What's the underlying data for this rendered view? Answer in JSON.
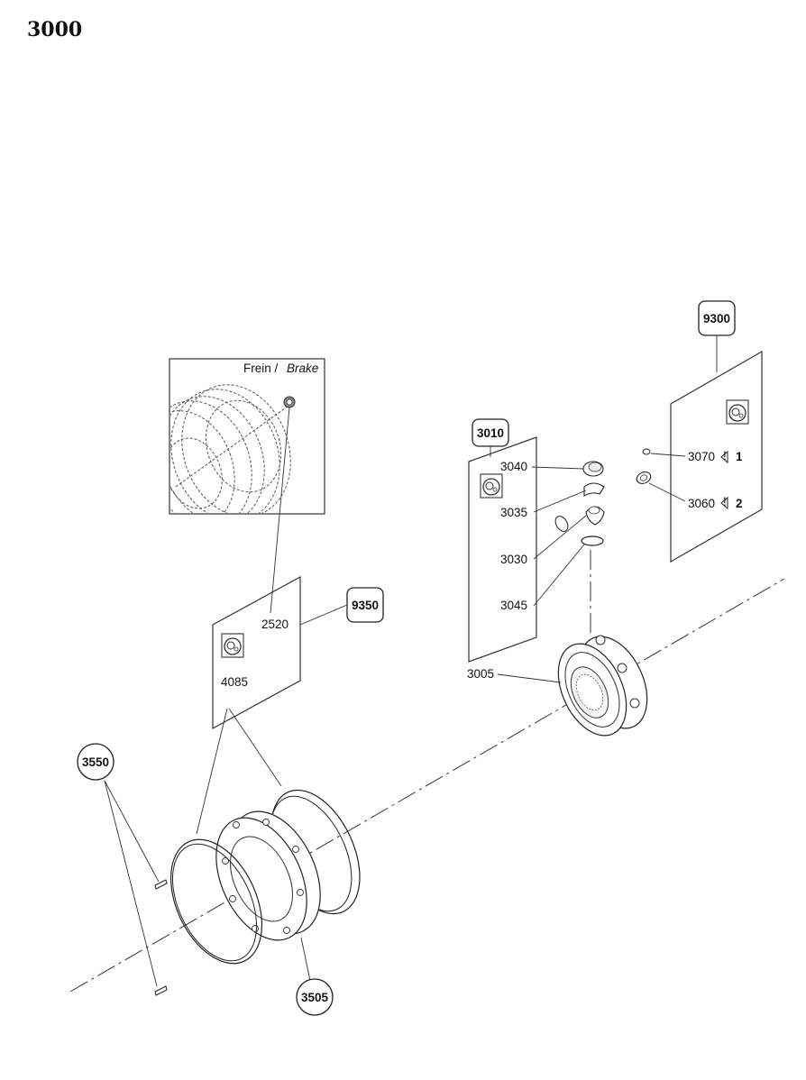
{
  "page_title": "3000",
  "inset": {
    "text_fr": "Frein /",
    "text_en": "Brake"
  },
  "callouts": {
    "c9300": "9300",
    "c3010": "3010",
    "c9350": "9350",
    "c3550": "3550",
    "c3505": "3505"
  },
  "parts": {
    "p3070": "3070",
    "p3070_qty": "1",
    "p3060": "3060",
    "p3060_qty": "2",
    "p3040": "3040",
    "p3035": "3035",
    "p3030": "3030",
    "p3045": "3045",
    "p3005": "3005",
    "p2520": "2520",
    "p4085": "4085"
  },
  "icons": [
    "kit-icon",
    "diamond-quantity-icon"
  ]
}
